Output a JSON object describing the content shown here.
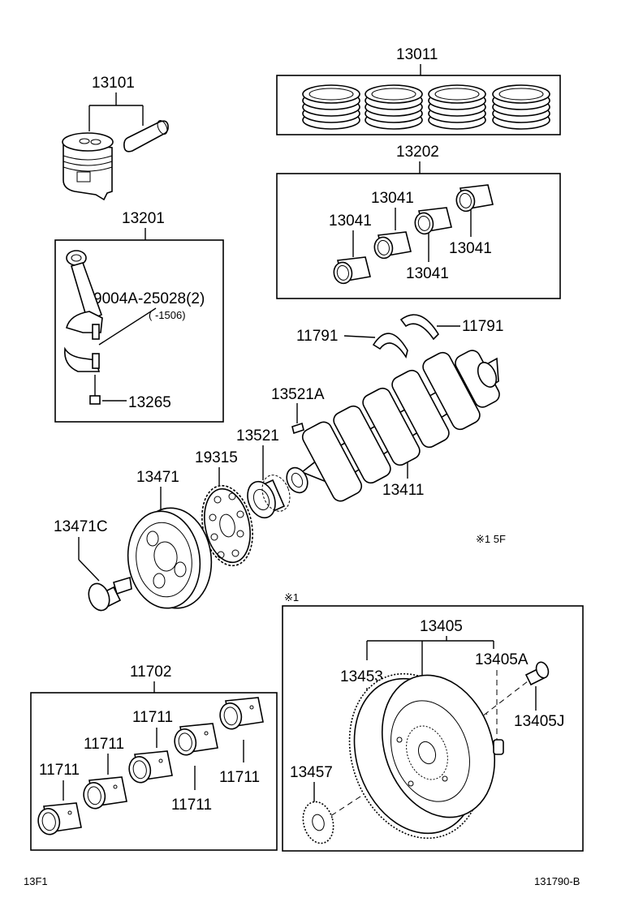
{
  "parts": {
    "p13011": "13011",
    "p13101": "13101",
    "p13202": "13202",
    "p13041_a": "13041",
    "p13041_b": "13041",
    "p13041_c": "13041",
    "p13041_d": "13041",
    "p13201": "13201",
    "p9004a": "9004A-25028(2)",
    "p9004a_range": "(      -1506)",
    "p13265": "13265",
    "p11791_a": "11791",
    "p11791_b": "11791",
    "p13521a": "13521A",
    "p13521": "13521",
    "p19315": "19315",
    "p13471": "13471",
    "p13411": "13411",
    "p13471c": "13471C",
    "note_1_5f": "※1 5F",
    "note_1": "※1",
    "p13405": "13405",
    "p13405a": "13405A",
    "p13453": "13453",
    "p13405j": "13405J",
    "p13457": "13457",
    "p11702": "11702",
    "p11711_a": "11711",
    "p11711_b": "11711",
    "p11711_c": "11711",
    "p11711_d": "11711",
    "p11711_e": "11711"
  },
  "footer": {
    "left_code": "13F1",
    "right_code": "131790-B"
  }
}
